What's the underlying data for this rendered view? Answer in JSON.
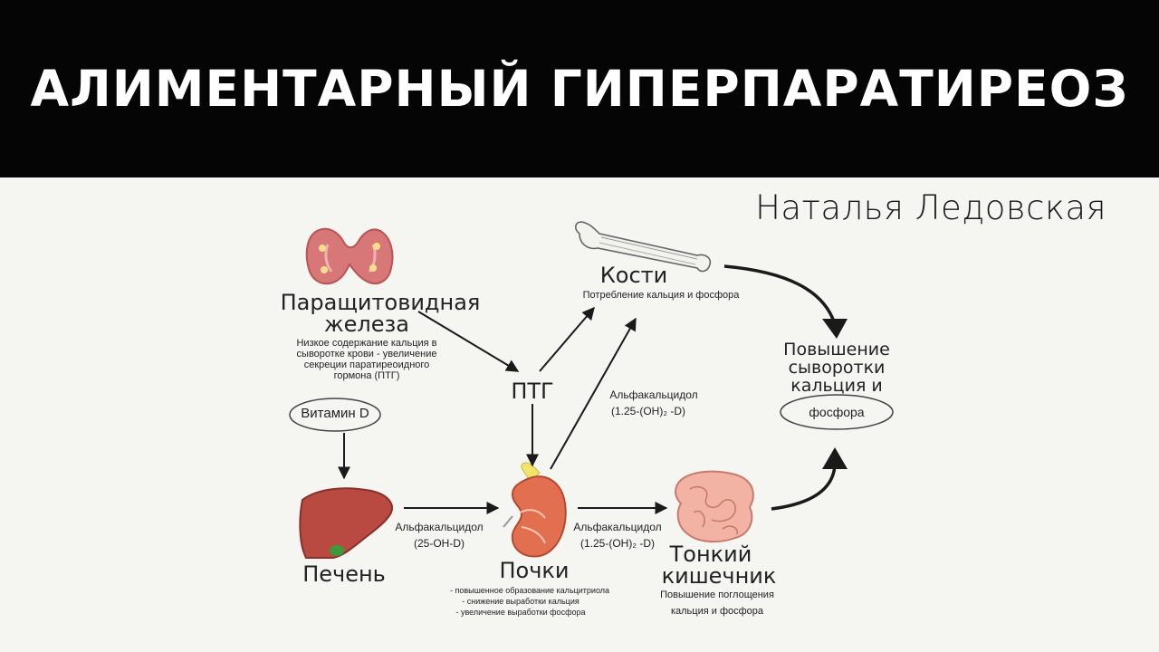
{
  "header": {
    "title": "АЛИМЕНТАРНЫЙ ГИПЕРПАРАТИРЕОЗ",
    "author": "Наталья Ледовская"
  },
  "diagram": {
    "parathyroid": {
      "title_line1": "Паращитовидная",
      "title_line2": "железа",
      "desc_line1": "Низкое содержание кальция в",
      "desc_line2": "сыворотке крови - увеличение",
      "desc_line3": "секреции паратиреоидного",
      "desc_line4": "гормона (ПТГ)"
    },
    "pth": "ПТГ",
    "vitamin_d": "Витамин D",
    "liver": "Печень",
    "arrow_liver_kidney": {
      "line1": "Альфакальцидол",
      "line2": "(25-OH-D)"
    },
    "kidney": {
      "title": "Почки",
      "effect1": "- повышенное образование кальцитриола",
      "effect2": "- снижение выработки кальция",
      "effect3": "- увеличение выработки фосфора"
    },
    "arrow_kidney_bone": {
      "line1": "Альфакальцидол",
      "line2": "(1.25-(OH)₂ -D)"
    },
    "arrow_kidney_intestine": {
      "line1": "Альфакальцидол",
      "line2": "(1.25-(OH)₂ -D)"
    },
    "bones": {
      "title": "Кости",
      "desc": "Потребление кальция и фосфора"
    },
    "intestine": {
      "title_line1": "Тонкий",
      "title_line2": "кишечник",
      "desc_line1": "Повышение поглощения",
      "desc_line2": "кальция и фосфора"
    },
    "result": {
      "line1": "Повышение",
      "line2": "сыворотки",
      "line3": "кальция и",
      "oval": "фосфора"
    }
  }
}
